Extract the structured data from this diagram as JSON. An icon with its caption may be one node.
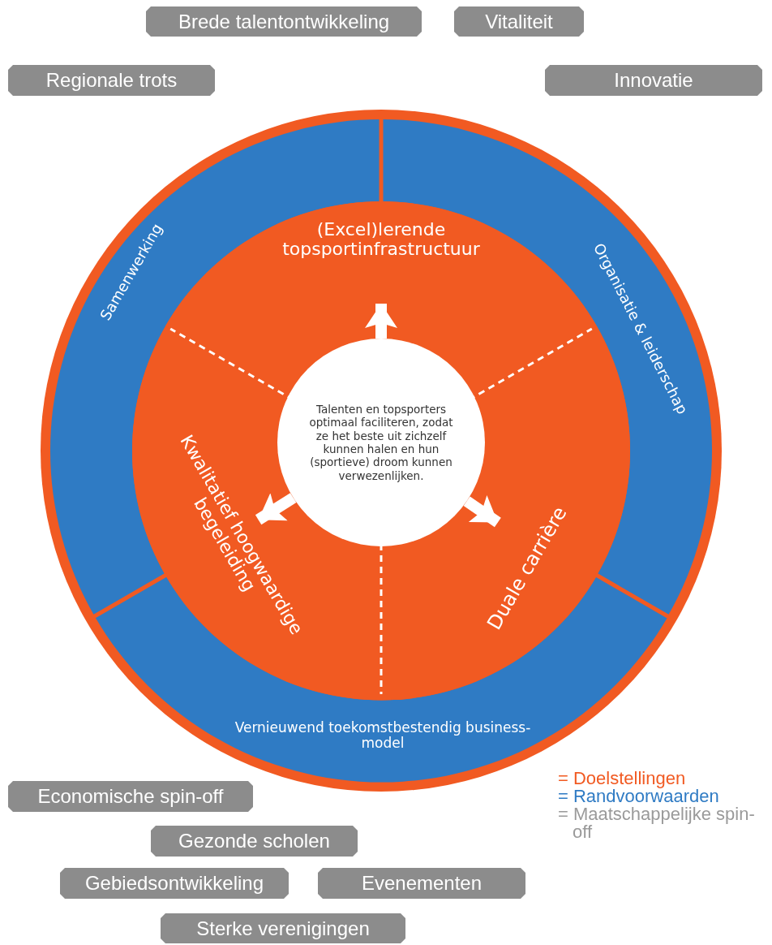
{
  "diagram": {
    "nodes": [
      {
        "text": [
          "Brede talentontwikkeling"
        ]
      },
      {
        "text": [
          "Vitaliteit"
        ]
      },
      {
        "text": [
          "Regionale trots"
        ]
      },
      {
        "text": [
          "Innovatie"
        ]
      },
      {
        "text": [
          "Samenwerking"
        ]
      },
      {
        "text": [
          "Organisatie & leiderschap"
        ]
      },
      {
        "text": [
          "(Excel)lerende topsportinfrastructuur"
        ]
      },
      {
        "text": [
          "Talenten en topsporters optimaal faciliteren, zodat ze het beste uit zichzelf kunnen halen en hun (sportieve) droom kunnen verwezenlijken."
        ]
      },
      {
        "text": [
          "Kwalitatief hoogwaardige begeleiding"
        ]
      },
      {
        "text": [
          "Duale carrière"
        ]
      },
      {
        "text": [
          "Vernieuwend toekomstbestendig business-model"
        ]
      },
      {
        "text": [
          "Economische spin-off"
        ]
      },
      {
        "text": [
          "Gezonde scholen"
        ]
      },
      {
        "text": [
          "Gebiedsontwikkeling"
        ]
      },
      {
        "text": [
          "Evenementen"
        ]
      },
      {
        "text": [
          "Sterke verenigingen"
        ]
      }
    ],
    "edges": [
      {
        "from": 7,
        "to": 6,
        "arrow": "to"
      },
      {
        "from": 7,
        "to": 8,
        "arrow": "to"
      },
      {
        "from": 7,
        "to": 9,
        "arrow": "to"
      }
    ],
    "legend": [
      {
        "text": "= Doelstellingen",
        "color": "#f15a22"
      },
      {
        "text": "= Randvoorwaarden",
        "color": "#2f7bc4"
      },
      {
        "text": "= Maatschappelijke spin-off",
        "color": "#9a9a9a"
      }
    ]
  }
}
